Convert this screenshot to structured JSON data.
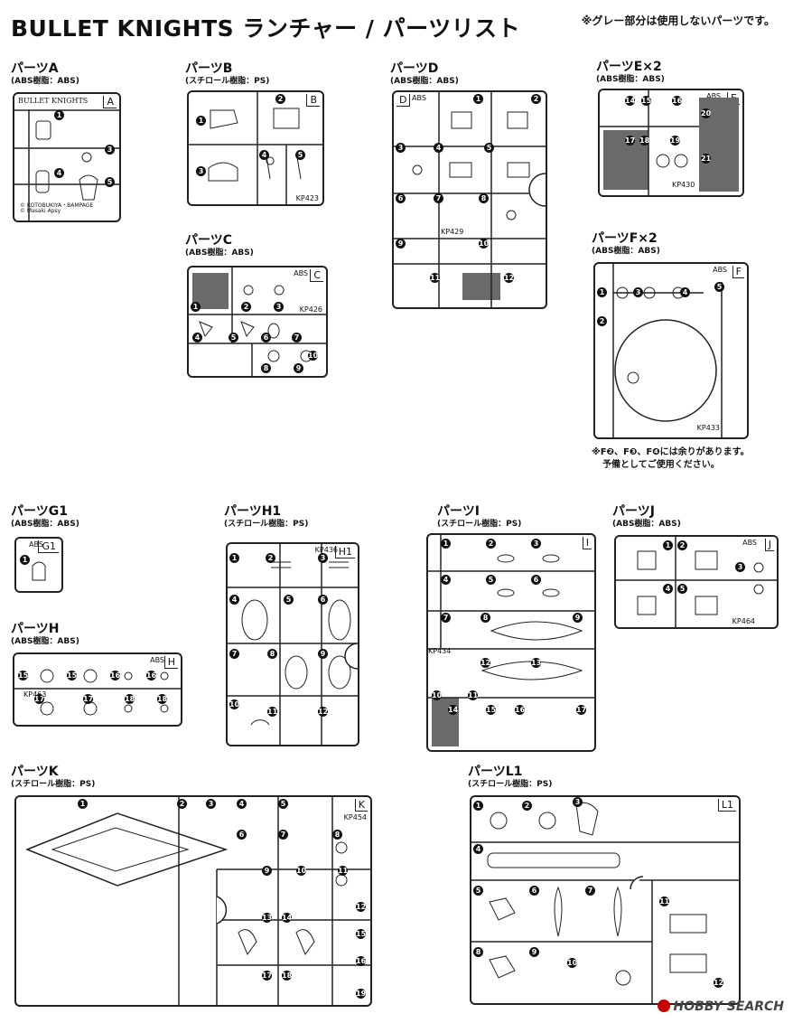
{
  "header": {
    "title": "BULLET KNIGHTS ランチャー / パーツリスト",
    "note": "※グレー部分は使用しないパーツです。"
  },
  "parts": [
    {
      "id": "A",
      "name": "パーツA",
      "material": "(ABS樹脂：ABS)",
      "corner": "A",
      "logo": "BULLET KNIGHTS",
      "copyright1": "© KOTOBUKIYA・BAMPAGE",
      "copyright2": "© Masaki Apsy",
      "numbers": [
        "1",
        "3",
        "4",
        "5"
      ]
    },
    {
      "id": "B",
      "name": "パーツB",
      "material": "(スチロール樹脂：PS)",
      "corner": "B",
      "code": "KP423",
      "numbers": [
        "1",
        "2",
        "3",
        "4",
        "5"
      ]
    },
    {
      "id": "C",
      "name": "パーツC",
      "material": "(ABS樹脂：ABS)",
      "corner": "C",
      "abs": "ABS",
      "code": "KP426",
      "numbers": [
        "1",
        "2",
        "3",
        "4",
        "5",
        "6",
        "7",
        "8",
        "9",
        "10"
      ]
    },
    {
      "id": "D",
      "name": "パーツD",
      "material": "(ABS樹脂：ABS)",
      "corner": "D",
      "abs": "ABS",
      "code": "KP429",
      "numbers": [
        "1",
        "2",
        "3",
        "4",
        "5",
        "6",
        "7",
        "8",
        "9",
        "10",
        "11",
        "12"
      ]
    },
    {
      "id": "E",
      "name": "パーツE×2",
      "material": "(ABS樹脂：ABS)",
      "corner": "E",
      "abs": "ABS",
      "code": "KP430",
      "numbers": [
        "14",
        "15",
        "16",
        "17",
        "18",
        "19",
        "20",
        "21"
      ]
    },
    {
      "id": "F",
      "name": "パーツF×2",
      "material": "(ABS樹脂：ABS)",
      "corner": "F",
      "abs": "ABS",
      "code": "KP433",
      "numbers": [
        "1",
        "2",
        "3",
        "4",
        "5"
      ]
    },
    {
      "id": "G1",
      "name": "パーツG1",
      "material": "(ABS樹脂：ABS)",
      "corner": "G1",
      "abs": "ABS",
      "numbers": [
        "1"
      ]
    },
    {
      "id": "H",
      "name": "パーツH",
      "material": "(ABS樹脂：ABS)",
      "corner": "H",
      "abs": "ABS",
      "code": "KP463",
      "numbers": [
        "15",
        "15",
        "16",
        "16",
        "17",
        "17",
        "18",
        "18"
      ]
    },
    {
      "id": "H1",
      "name": "パーツH1",
      "material": "(スチロール樹脂：PS)",
      "corner": "H1",
      "code": "KP436",
      "numbers": [
        "1",
        "2",
        "3",
        "4",
        "5",
        "6",
        "7",
        "8",
        "9",
        "10",
        "11",
        "12"
      ]
    },
    {
      "id": "I",
      "name": "パーツI",
      "material": "(スチロール樹脂：PS)",
      "corner": "I",
      "code": "KP434",
      "numbers": [
        "1",
        "2",
        "3",
        "4",
        "5",
        "6",
        "7",
        "8",
        "9",
        "10",
        "11",
        "12",
        "13",
        "14",
        "15",
        "16",
        "17"
      ]
    },
    {
      "id": "J",
      "name": "パーツJ",
      "material": "(ABS樹脂：ABS)",
      "corner": "J",
      "abs": "ABS",
      "code": "KP464",
      "numbers": [
        "1",
        "2",
        "3",
        "4",
        "5"
      ]
    },
    {
      "id": "K",
      "name": "パーツK",
      "material": "(スチロール樹脂：PS)",
      "corner": "K",
      "code": "KP454",
      "numbers": [
        "1",
        "2",
        "3",
        "4",
        "5",
        "6",
        "7",
        "8",
        "9",
        "10",
        "11",
        "12",
        "13",
        "14",
        "15",
        "16",
        "17",
        "18",
        "19"
      ]
    },
    {
      "id": "L1",
      "name": "パーツL1",
      "material": "(スチロール樹脂：PS)",
      "corner": "L1",
      "numbers": [
        "1",
        "2",
        "3",
        "4",
        "5",
        "6",
        "7",
        "8",
        "9",
        "10",
        "11",
        "12"
      ]
    }
  ],
  "f_note": {
    "line1": "※F❷、F❸、F❹には余りがあります。",
    "line2": "予備としてご使用ください。"
  },
  "watermark": "HOBBY SEARCH"
}
